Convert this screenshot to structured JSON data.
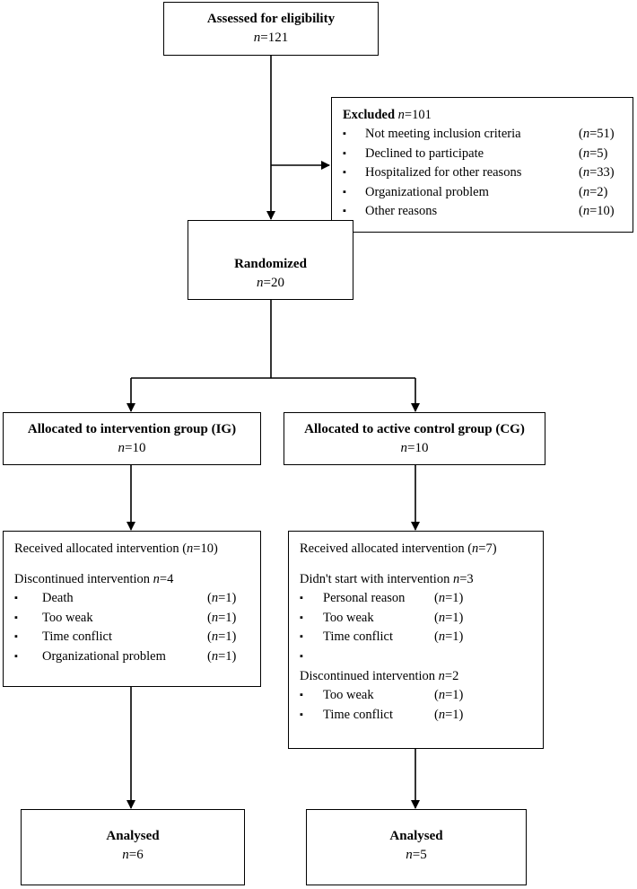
{
  "assessed": {
    "title": "Assessed for eligibility",
    "n_label": "n",
    "n_value": "=121"
  },
  "excluded": {
    "title": "Excluded",
    "n_label": "n",
    "n_value": "=101",
    "bullet": "▪",
    "items": [
      {
        "text": "Not meeting inclusion criteria",
        "count": "=51"
      },
      {
        "text": "Declined to participate",
        "count": "=5"
      },
      {
        "text": "Hospitalized for other reasons",
        "count": "=33"
      },
      {
        "text": "Organizational problem",
        "count": "=2"
      },
      {
        "text": "Other reasons",
        "count": "=10"
      }
    ]
  },
  "randomized": {
    "title": "Randomized",
    "n_label": "n",
    "n_value": "=20"
  },
  "ig": {
    "title": "Allocated to intervention group (IG)",
    "n_label": "n",
    "n_value": "=10",
    "received": {
      "text": "Received allocated intervention (",
      "n_label": "n",
      "value": "=10",
      "close": ")"
    },
    "discontinued": {
      "text": "Discontinued intervention ",
      "n_label": "n",
      "value": "=4",
      "items": [
        {
          "text": "Death",
          "count": "=1"
        },
        {
          "text": "Too weak",
          "count": "=1"
        },
        {
          "text": "Time conflict",
          "count": "=1"
        },
        {
          "text": "Organizational problem",
          "count": "=1"
        }
      ]
    },
    "analysed": {
      "title": "Analysed",
      "n_label": "n",
      "n_value": "=6"
    }
  },
  "cg": {
    "title": "Allocated to active control group (CG)",
    "n_label": "n",
    "n_value": "=10",
    "received": {
      "text": "Received allocated intervention (",
      "n_label": "n",
      "value": "=7",
      "close": ")"
    },
    "didnt_start": {
      "text": "Didn't start with intervention ",
      "n_label": "n",
      "value": "=3",
      "items": [
        {
          "text": "Personal reason",
          "count": "=1"
        },
        {
          "text": "Too weak",
          "count": "=1"
        },
        {
          "text": "Time conflict",
          "count": "=1"
        }
      ]
    },
    "discontinued": {
      "text": "Discontinued intervention ",
      "n_label": "n",
      "value": "=2",
      "items": [
        {
          "text": "Too weak",
          "count": "=1"
        },
        {
          "text": "Time conflict",
          "count": "=1"
        }
      ]
    },
    "analysed": {
      "title": "Analysed",
      "n_label": "n",
      "n_value": "=5"
    }
  }
}
